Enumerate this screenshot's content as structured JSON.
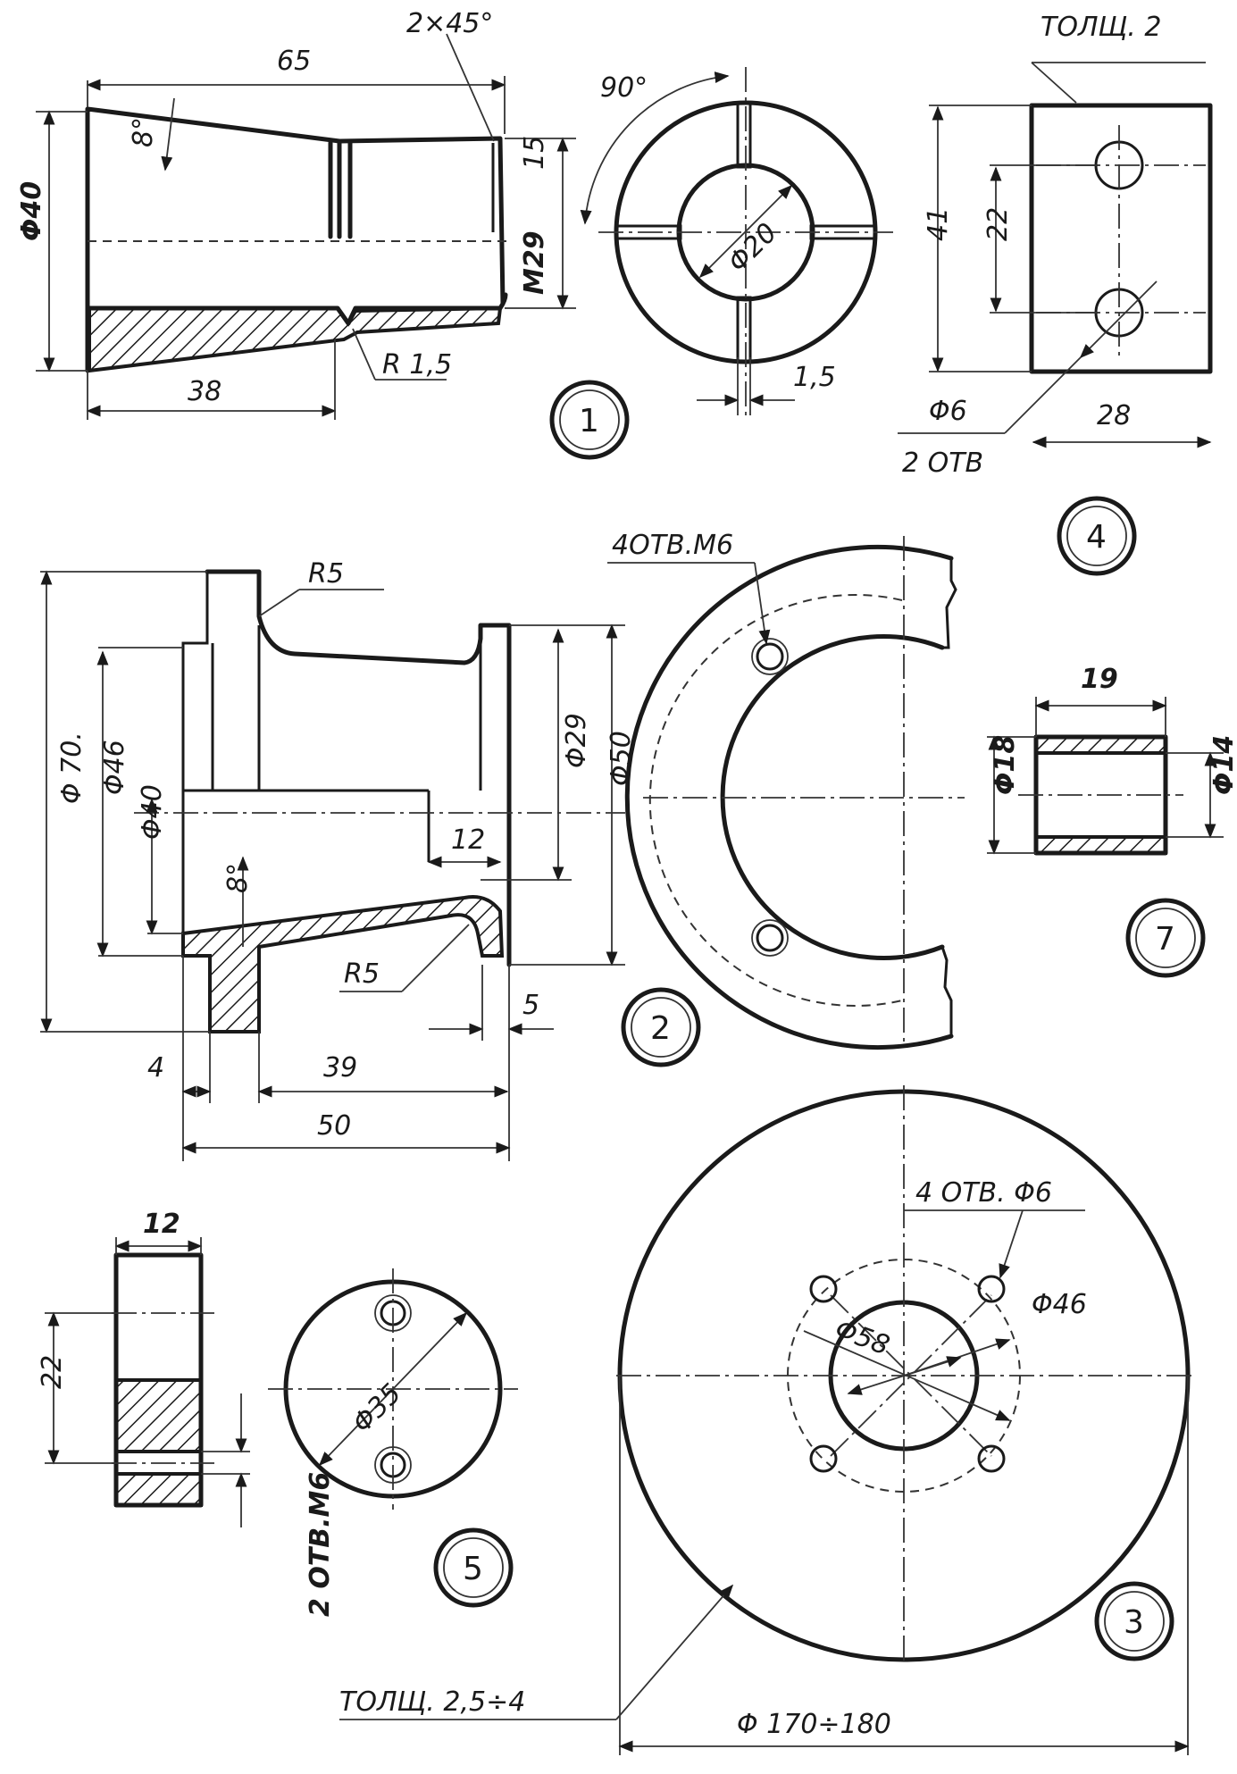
{
  "parts": [
    {
      "number": "1",
      "dimensions": {
        "length": "65",
        "chamfer": "2×45°",
        "taper_angle": "8°",
        "outer_diameter": "Φ40",
        "thread": "M29",
        "thread_length": "15",
        "radius": "R 1,5",
        "taper_length": "38"
      },
      "end_view": {
        "angle": "90°",
        "bore": "Φ20",
        "slot_width": "1,5"
      }
    },
    {
      "number": "2",
      "dimensions": {
        "radius_top": "R5",
        "outer_diameter": "Φ 70.",
        "diameter_46": "Φ46",
        "diameter_40": "Φ40",
        "taper_angle": "8°",
        "diameter_29": "Φ29",
        "diameter_50": "Φ50",
        "step": "12",
        "radius_bottom": "R5",
        "flange": "5",
        "offset": "4",
        "length_39": "39",
        "length_50": "50"
      },
      "end_view": {
        "holes": "4ОТВ.М6"
      }
    },
    {
      "number": "3",
      "dimensions": {
        "holes": "4 ОТВ. Φ6",
        "bolt_circle": "Φ46",
        "bore": "Φ58",
        "thickness": "ТОЛЩ. 2,5÷4",
        "outer_diameter": "Φ 170÷180"
      }
    },
    {
      "number": "4",
      "dimensions": {
        "thickness": "ТОЛЩ. 2",
        "height": "41",
        "hole_spacing": "22",
        "hole_diameter": "Φ6",
        "holes": "2 ОТВ",
        "width": "28"
      }
    },
    {
      "number": "5",
      "dimensions": {
        "width": "12",
        "hole_spacing": "22",
        "holes": "2 ОТВ.М6",
        "diameter": "Φ35"
      }
    },
    {
      "number": "7",
      "dimensions": {
        "length": "19",
        "outer_diameter": "Φ18",
        "inner_diameter": "Φ14"
      }
    }
  ],
  "colors": {
    "ink": "#1a1a1a",
    "paper": "#ffffff"
  }
}
